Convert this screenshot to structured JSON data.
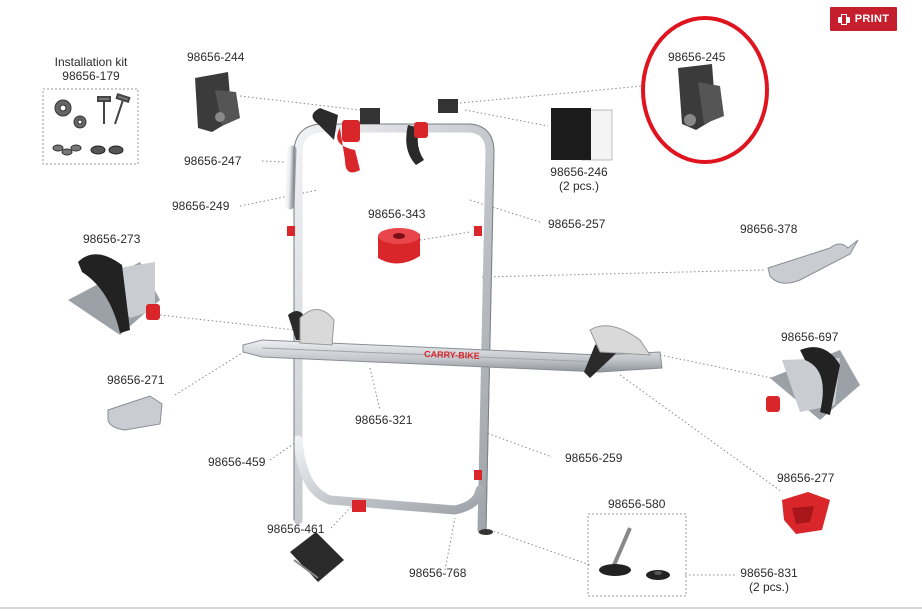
{
  "toolbar": {
    "print_label": "PRINT"
  },
  "parts": {
    "installation_kit": {
      "title": "Installation kit",
      "code": "98656-179"
    },
    "p244": "98656-244",
    "p245": "98656-245",
    "p246": {
      "code": "98656-246",
      "qty": "(2 pcs.)"
    },
    "p247": "98656-247",
    "p249": "98656-249",
    "p257": "98656-257",
    "p273": "98656-273",
    "p343": "98656-343",
    "p378": "98656-378",
    "p697": "98656-697",
    "p271": "98656-271",
    "p321": "98656-321",
    "p459": "98656-459",
    "p259": "98656-259",
    "p277": "98656-277",
    "p580": "98656-580",
    "p461": "98656-461",
    "p768": "98656-768",
    "p831": {
      "code": "98656-831",
      "qty": "(2 pcs.)"
    }
  },
  "product_brand": "CARRY-BIKE",
  "colors": {
    "accent_red": "#c51f2d",
    "highlight_circle": "#e0141e",
    "metal": "#c9cdd1",
    "part_red": "#d9262b"
  }
}
